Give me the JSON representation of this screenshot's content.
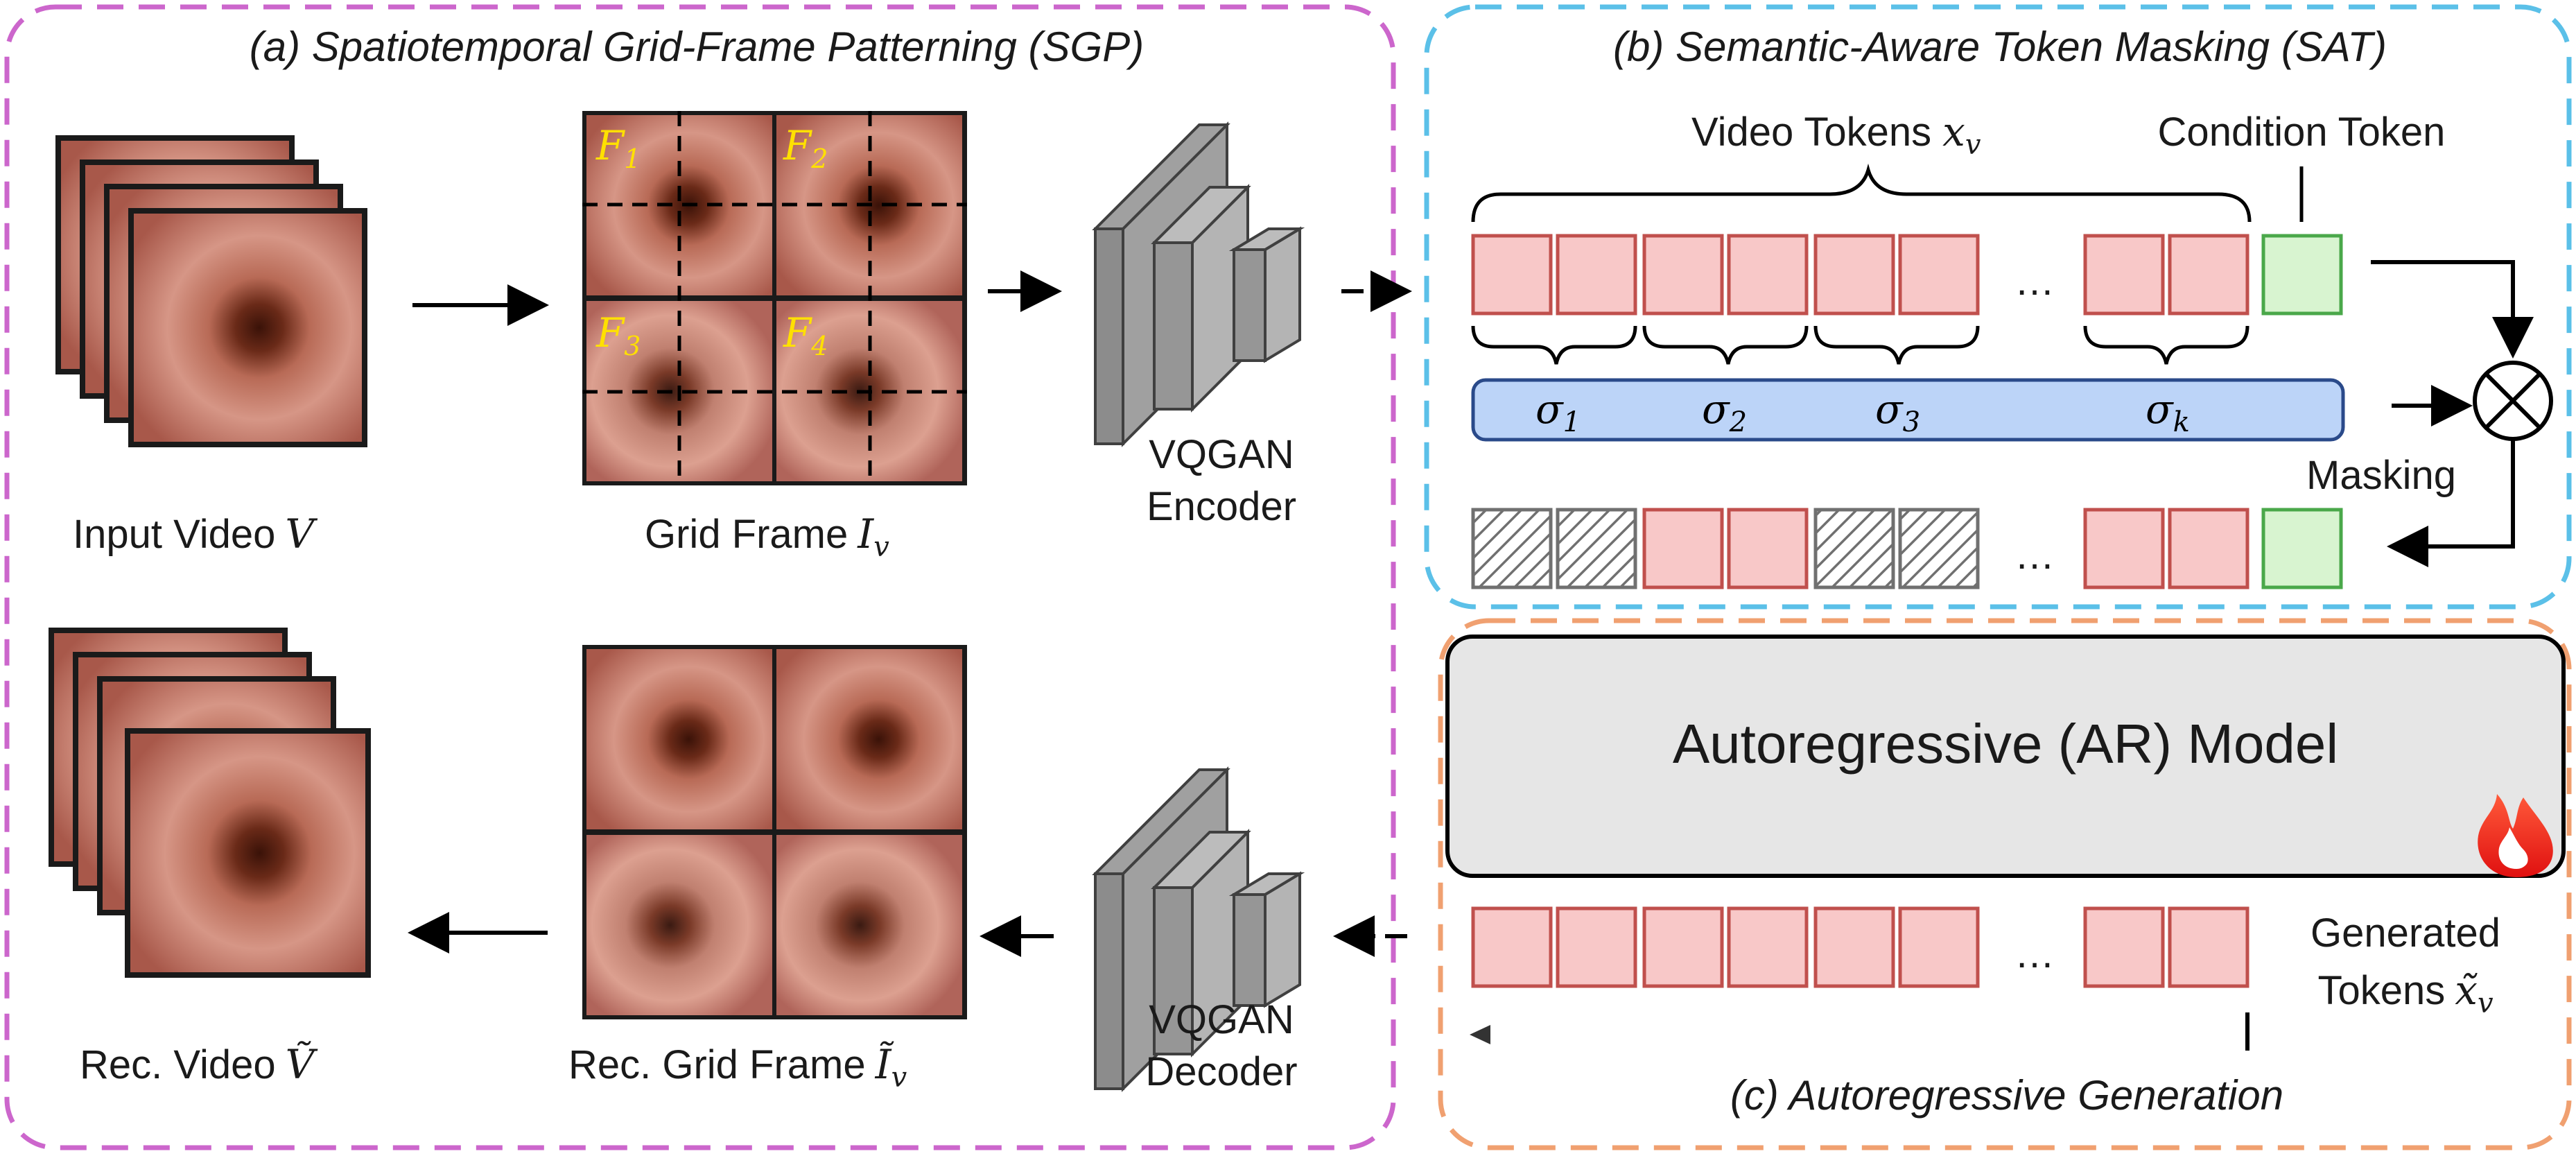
{
  "sections": {
    "a_title": "(a) Spatiotemporal Grid-Frame Patterning (SGP)",
    "b_title": "(b) Semantic-Aware Token Masking (SAT)",
    "c_title": "(c) Autoregressive Generation"
  },
  "labels": {
    "input_video": "Input Video",
    "input_video_sym": "V",
    "grid_frame": "Grid Frame",
    "grid_frame_sym": "I",
    "grid_frame_sub": "v",
    "vqgan_encoder_1": "VQGAN",
    "vqgan_encoder_2": "Encoder",
    "vqgan_decoder_1": "VQGAN",
    "vqgan_decoder_2": "Decoder",
    "rec_video": "Rec. Video",
    "rec_video_sym": "Ṽ",
    "rec_grid_frame": "Rec. Grid Frame",
    "rec_grid_sym": "Ĩ",
    "rec_grid_sub": "v",
    "video_tokens": "Video Tokens",
    "video_tokens_sym": "x",
    "video_tokens_sub": "v",
    "condition_token": "Condition Token",
    "masking": "Masking",
    "ar_model": "Autoregressive (AR) Model",
    "generated_1": "Generated",
    "generated_2": "Tokens",
    "generated_sym": "x̃",
    "generated_sub": "v",
    "ellipsis": "…"
  },
  "frame_tags": [
    {
      "sym": "F",
      "sub": "1"
    },
    {
      "sym": "F",
      "sub": "2"
    },
    {
      "sym": "F",
      "sub": "3"
    },
    {
      "sym": "F",
      "sub": "4"
    }
  ],
  "sigma_labels": [
    {
      "sym": "σ",
      "sub": "1"
    },
    {
      "sym": "σ",
      "sub": "2"
    },
    {
      "sym": "σ",
      "sub": "3"
    },
    {
      "sym": "σ",
      "sub": "k"
    }
  ],
  "colors": {
    "panel_a_border": "#cc66cc",
    "panel_b_border": "#5bc0e8",
    "panel_c_border": "#f0a070",
    "token_fill": "#f8c8c8",
    "token_stroke": "#c0504d",
    "condition_fill": "#d8f4d0",
    "condition_stroke": "#4aa84a",
    "sigma_bar_fill": "#bcd4f8",
    "sigma_bar_stroke": "#2a4a8a",
    "ar_box_fill": "#e6e6e6",
    "frame_label": "#ffe000"
  }
}
